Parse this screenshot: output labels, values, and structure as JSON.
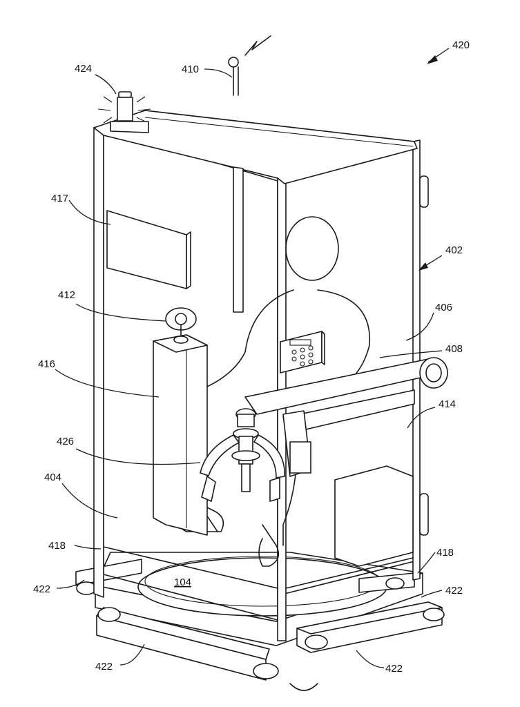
{
  "labels": {
    "ref_420": "420",
    "ref_424": "424",
    "ref_410": "410",
    "ref_417": "417",
    "ref_402": "402",
    "ref_412": "412",
    "ref_406": "406",
    "ref_408": "408",
    "ref_416": "416",
    "ref_414": "414",
    "ref_426": "426",
    "ref_404": "404",
    "ref_418_left": "418",
    "ref_418_right": "418",
    "ref_422_left": "422",
    "ref_422_right": "422",
    "ref_422_bottom_left": "422",
    "ref_422_bottom_right": "422",
    "ref_104": "104"
  },
  "colors": {
    "line": "#1a1a1a",
    "background": "#ffffff"
  }
}
